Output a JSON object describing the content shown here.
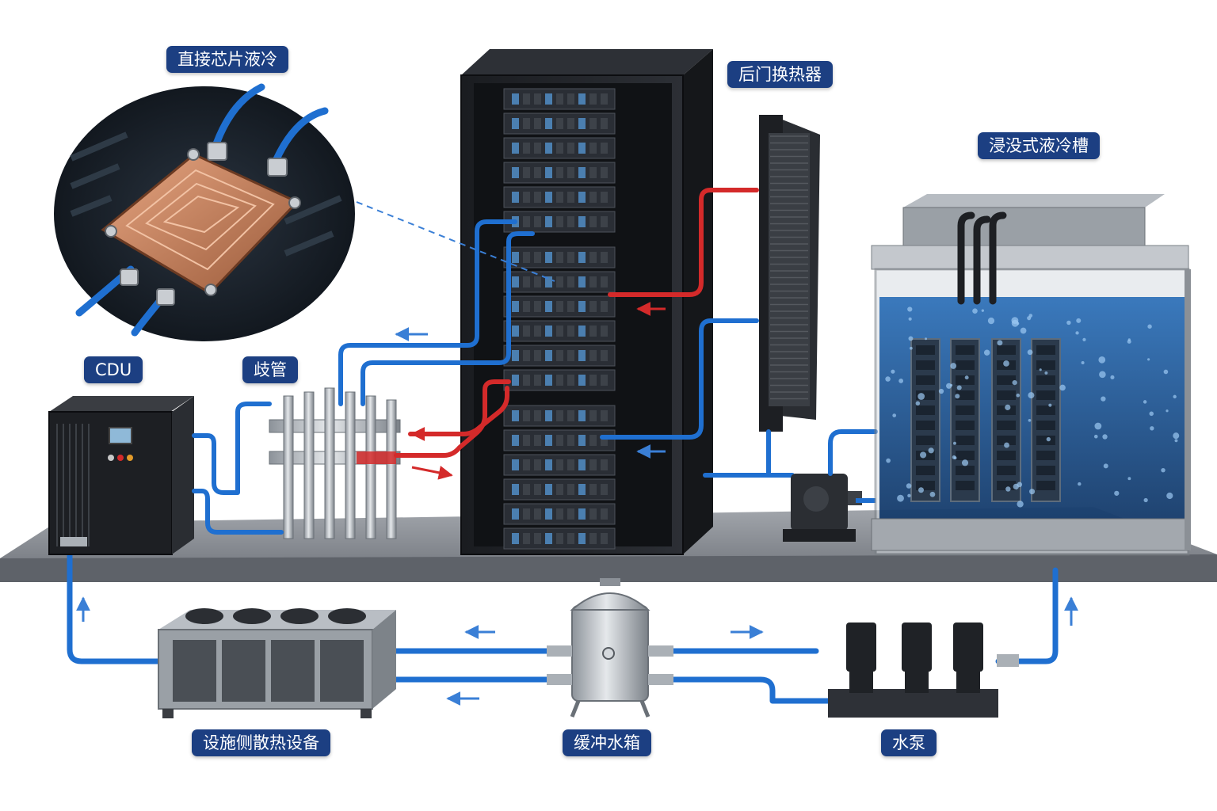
{
  "labels": {
    "chip_cooling": "直接芯片液冷",
    "rear_door": "后门换热器",
    "immersion": "浸没式液冷槽",
    "cdu": "CDU",
    "manifold": "歧管",
    "facility_heat": "设施侧散热设备",
    "buffer_tank": "缓冲水箱",
    "pump": "水泵"
  },
  "colors": {
    "label_bg": "#1c3f82",
    "label_text": "#ffffff",
    "cold_pipe": "#1f6fd0",
    "hot_pipe": "#d42a2a",
    "arrow_blue": "#3a7fd6",
    "arrow_red": "#d42a2a",
    "equipment_dark": "#1d1f23",
    "equipment_gray": "#9aa0a6",
    "coolant": "#1a5aa0",
    "floor": "#8c9097"
  },
  "icons": [
    "cold-plate-icon",
    "server-rack-icon",
    "heat-exchanger-icon",
    "immersion-tank-icon",
    "cdu-icon",
    "manifold-icon",
    "dry-cooler-icon",
    "buffer-tank-icon",
    "water-pump-icon"
  ]
}
